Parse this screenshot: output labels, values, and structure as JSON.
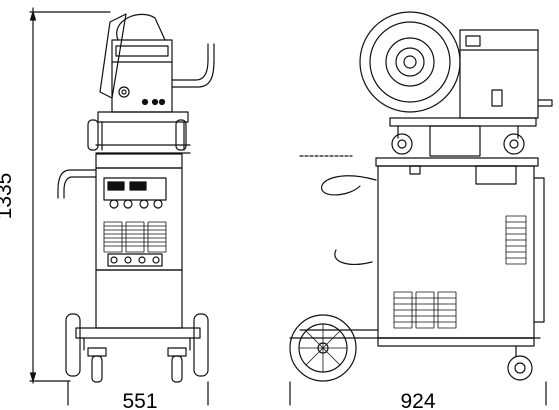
{
  "dimensions": {
    "height": "1335",
    "front_width": "551",
    "side_length": "924"
  }
}
